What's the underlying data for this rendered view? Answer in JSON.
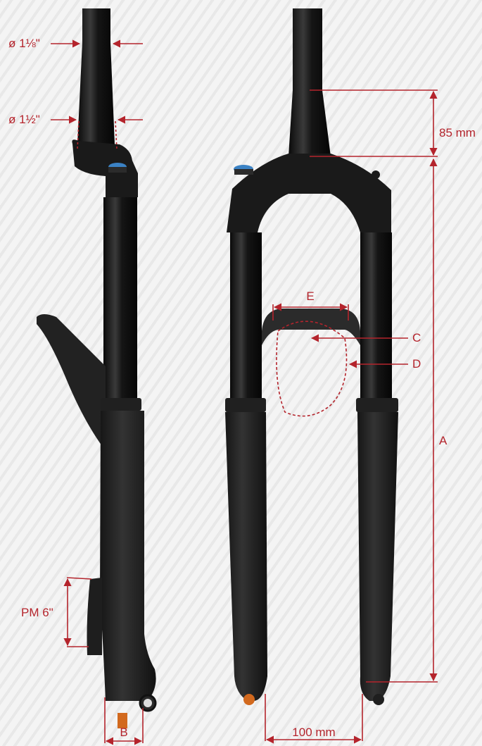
{
  "colors": {
    "dimension_red": "#b4242c",
    "fork_black": "#1c1c1c",
    "background": "#eeeeee",
    "top_cap_blue": "#3b82c4",
    "axle_orange": "#d2691e"
  },
  "labels": {
    "steerer_top_diameter": "ø 1⅛\"",
    "steerer_bottom_diameter": "ø 1½\"",
    "steerer_length": "85 mm",
    "dim_a": "A",
    "dim_b": "B",
    "dim_c": "C",
    "dim_d": "D",
    "dim_e": "E",
    "brake_mount": "PM 6\"",
    "axle_spacing": "100 mm"
  }
}
